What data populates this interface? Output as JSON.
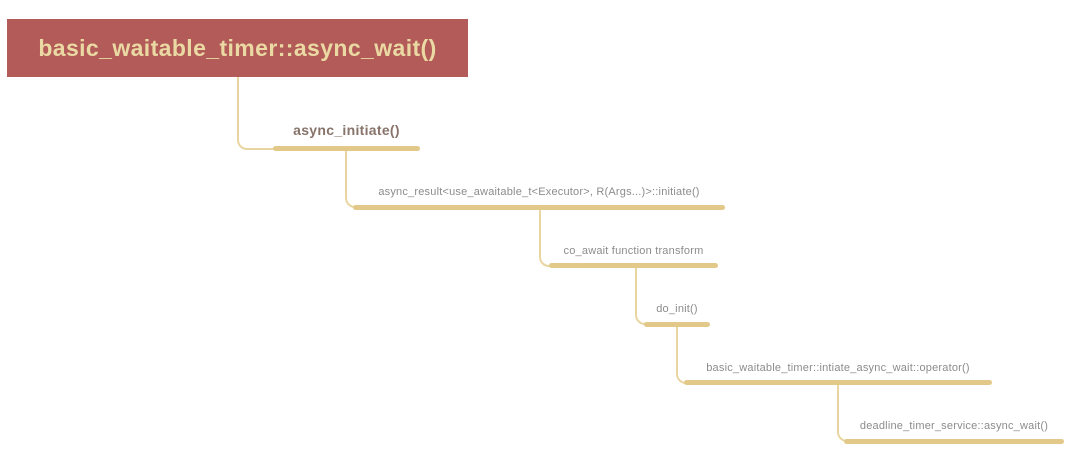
{
  "diagram": {
    "root_label": "basic_waitable_timer::async_wait()",
    "nodes": [
      {
        "label": "async_initiate()",
        "emphasis": true
      },
      {
        "label": "async_result<use_awaitable_t<Executor>, R(Args...)>::initiate()",
        "emphasis": false
      },
      {
        "label": "co_await function transform",
        "emphasis": false
      },
      {
        "label": "do_init()",
        "emphasis": false
      },
      {
        "label": "basic_waitable_timer::intiate_async_wait::operator()",
        "emphasis": false
      },
      {
        "label": "deadline_timer_service::async_wait()",
        "emphasis": false
      }
    ],
    "colors": {
      "root_box_fill": "#b25b58",
      "root_box_text": "#ebd9a3",
      "bar": "#e2c98a",
      "connector_line": "#e9d5a0",
      "label_text": "#8c8c8c",
      "emphasis_label_text": "#87736a"
    }
  }
}
